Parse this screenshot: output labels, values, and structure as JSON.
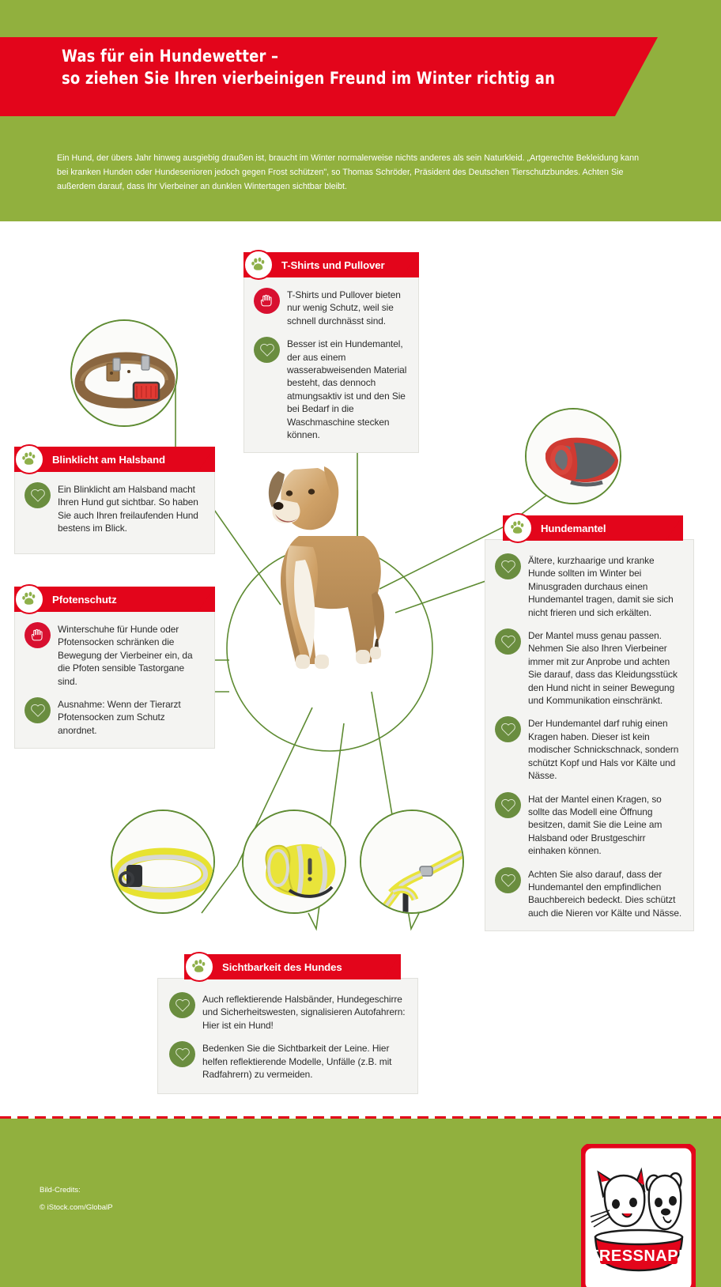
{
  "header": {
    "title_line1": "Was für ein Hundewetter –",
    "title_line2": "so ziehen Sie Ihren vierbeinigen Freund im Winter richtig an",
    "intro": "Ein Hund, der übers Jahr hinweg ausgiebig draußen ist, braucht im Winter normalerweise nichts anderes als sein Naturkleid. „Artgerechte Bekleidung kann bei kranken Hunden oder Hundesenioren jedoch gegen Frost schützen\", so Thomas Schröder, Präsident des Deutschen Tierschutzbundes. Achten Sie außerdem darauf, dass Ihr Vierbeiner an dunklen Wintertagen sichtbar bleibt.",
    "band_color": "#91b03e",
    "ribbon_color": "#e3051b"
  },
  "cards": {
    "tshirts": {
      "title": "T-Shirts und Pullover",
      "bullets": [
        {
          "icon": "stop-hand-icon",
          "type": "stop",
          "text": "T-Shirts und Pullover bieten nur wenig Schutz, weil sie schnell durchnässt sind."
        },
        {
          "icon": "heart-icon",
          "type": "heart",
          "text": "Besser ist ein Hundemantel, der aus einem wasserabweisenden Material besteht, das dennoch atmungsaktiv ist und den Sie bei Bedarf in die Waschmaschine stecken können."
        }
      ]
    },
    "blinklicht": {
      "title": "Blinklicht am Halsband",
      "bullets": [
        {
          "icon": "heart-icon",
          "type": "heart",
          "text": "Ein Blinklicht am Halsband macht Ihren Hund gut sichtbar. So haben Sie auch Ihren freilaufenden Hund bestens im Blick."
        }
      ]
    },
    "pfotenschutz": {
      "title": "Pfotenschutz",
      "bullets": [
        {
          "icon": "stop-hand-icon",
          "type": "stop",
          "text": "Winterschuhe für Hunde oder Pfotensocken schränken die Bewegung der Vierbeiner ein, da die Pfoten sensible Tastorgane sind."
        },
        {
          "icon": "heart-icon",
          "type": "heart",
          "text": "Ausnahme: Wenn der Tierarzt Pfotensocken zum Schutz anordnet."
        }
      ]
    },
    "hundemantel": {
      "title": "Hundemantel",
      "bullets": [
        {
          "icon": "heart-icon",
          "type": "heart",
          "text": "Ältere, kurzhaarige und kranke Hunde sollten im Winter bei Minusgraden durchaus einen Hundemantel tragen, damit sie sich nicht frieren und sich erkälten."
        },
        {
          "icon": "heart-icon",
          "type": "heart",
          "text": "Der Mantel muss genau passen. Nehmen Sie also Ihren Vierbeiner immer mit zur Anprobe und achten Sie darauf, dass das Kleidungsstück den Hund nicht in seiner Bewegung und Kommunikation einschränkt."
        },
        {
          "icon": "heart-icon",
          "type": "heart",
          "text": "Der Hundemantel darf ruhig einen Kragen haben. Dieser ist kein modischer Schnickschnack, sondern schützt Kopf und Hals vor Kälte und Nässe."
        },
        {
          "icon": "heart-icon",
          "type": "heart",
          "text": "Hat der Mantel einen Kragen, so sollte das Modell eine Öffnung besitzen, damit Sie die Leine am Halsband oder Brustgeschirr einhaken können."
        },
        {
          "icon": "heart-icon",
          "type": "heart",
          "text": "Achten Sie also darauf, dass der Hundemantel den empfindlichen Bauchbereich bedeckt. Dies schützt auch die Nieren vor Kälte und Nässe."
        }
      ]
    },
    "sichtbarkeit": {
      "title": "Sichtbarkeit des Hundes",
      "bullets": [
        {
          "icon": "heart-icon",
          "type": "heart",
          "text": "Auch reflektierende Halsbänder, Hundegeschirre und Sicherheitswesten, signalisieren Autofahrern: Hier ist ein Hund!"
        },
        {
          "icon": "heart-icon",
          "type": "heart",
          "text": "Bedenken Sie die Sichtbarkeit der Leine. Hier helfen reflektierende Modelle, Unfälle (z.B. mit Radfahrern) zu vermeiden."
        }
      ]
    }
  },
  "photos": {
    "collar_light": "leather-collar-with-red-blinking-light-photo",
    "dog_coat": "red-grey-dog-coat-photo",
    "center_dog": "standing-brown-white-mixed-breed-dog-photo",
    "reflective_collar": "yellow-reflective-collar-photo",
    "safety_vest": "yellow-reflective-safety-vest-photo",
    "reflective_leash": "yellow-reflective-leash-photo"
  },
  "footer": {
    "credits_label": "Bild-Credits:",
    "credits_value": "© iStock.com/GlobalP",
    "logo_text": "FRESSNAPF",
    "band_color": "#91b03e"
  },
  "colors": {
    "green": "#91b03e",
    "dark_green": "#5e8b32",
    "red": "#e3051b",
    "heart_green": "#6a8d3f",
    "stop_red": "#d81030",
    "card_bg": "#f4f4f2"
  }
}
